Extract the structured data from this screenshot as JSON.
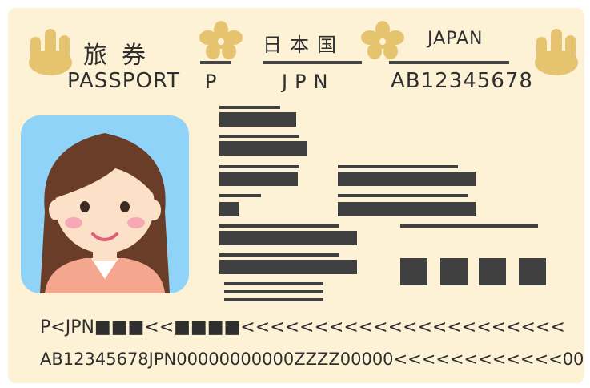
{
  "header": {
    "title_jp": "旅券",
    "title_en": "PASSPORT",
    "country_jp": "日本国",
    "country_en": "JAPAN"
  },
  "fields": {
    "type": "P",
    "issuing_country": "JPN",
    "passport_number": "AB12345678"
  },
  "mrz": {
    "line1": "P<JPN■■■<<■■■■<<<<<<<<<<<<<<<<<<<<<<",
    "line2": "AB12345678JPN00000000000ZZZZ00000<<<<<<<<<<<<00"
  },
  "colors": {
    "card": "#fdf2d6",
    "emblem": "#e6c46f",
    "redaction": "#404040",
    "photo_bg": "#8fd4f8"
  },
  "icons": [
    "hand-emblem-icon",
    "chrysanthemum-icon",
    "photo-portrait"
  ]
}
